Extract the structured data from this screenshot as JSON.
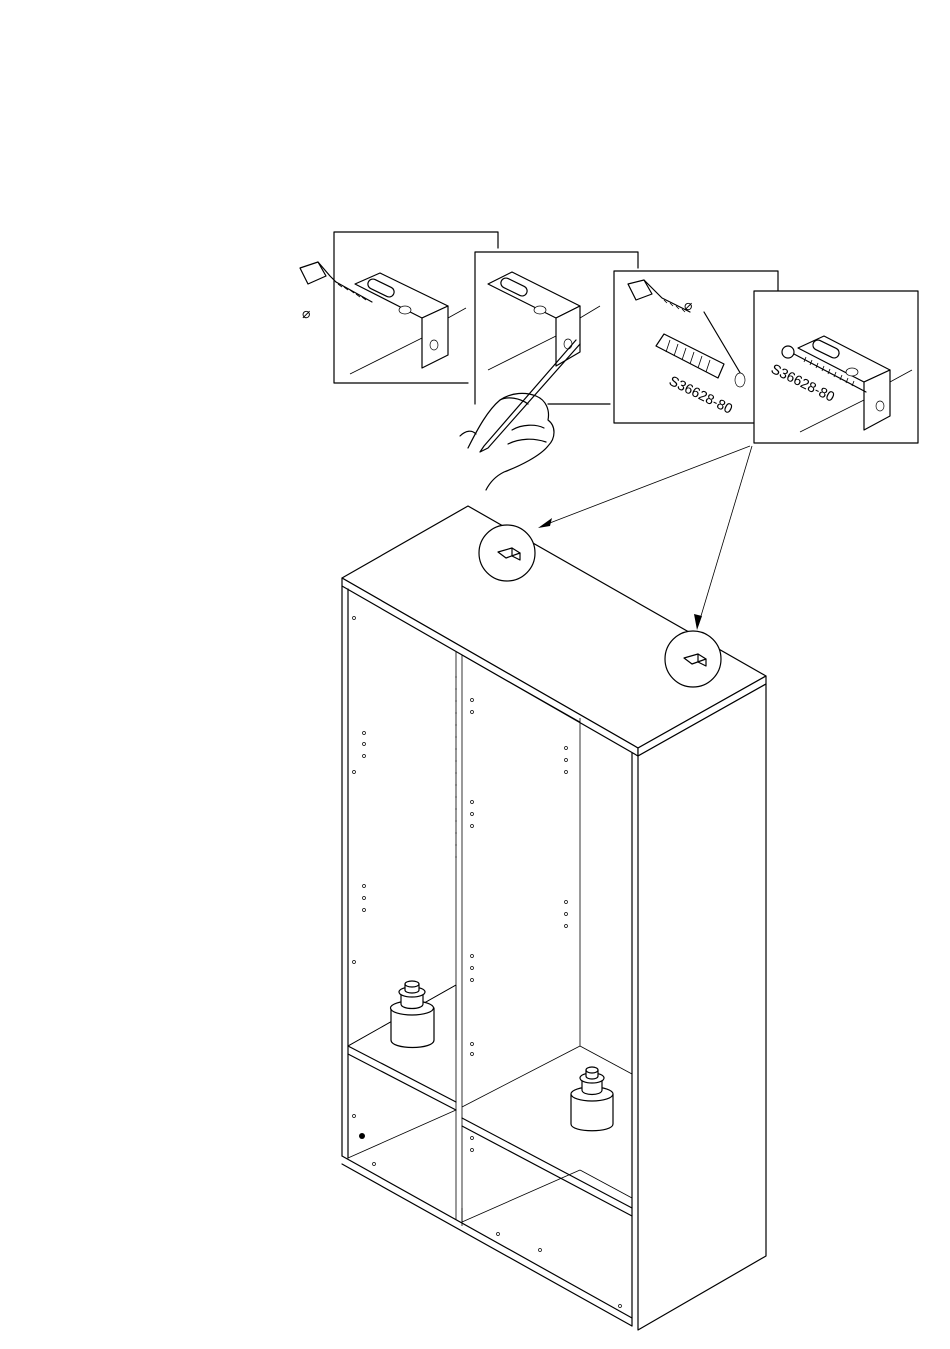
{
  "diagram": {
    "steps": [
      {
        "id": "drill",
        "label_symbol": "⌀"
      },
      {
        "id": "mark-wall",
        "label_symbol": ""
      },
      {
        "id": "insert-dowel",
        "label_symbol": "⌀",
        "part_code": "S36628-80"
      },
      {
        "id": "screw-bracket",
        "label_symbol": "",
        "part_code": "S36628-80"
      }
    ],
    "colors": {
      "line": "#000000",
      "background": "#ffffff"
    }
  }
}
